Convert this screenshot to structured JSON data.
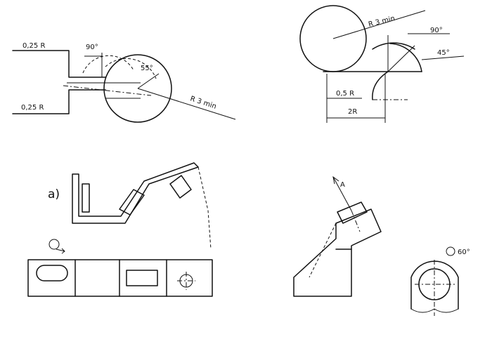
{
  "fig_top_left": {
    "label_upper": "0,25 R",
    "label_lower": "0,25 R",
    "angle_a": "90°",
    "angle_b": "55°",
    "radius": "R 3 min"
  },
  "fig_top_right": {
    "radius": "R 3 min",
    "angle_a": "90°",
    "angle_b": "45°",
    "label_r": "0,5 R",
    "dim": "2R"
  },
  "fig_bottom_left": {
    "part_label": "a)"
  },
  "fig_bottom_right": {
    "arrow_label": "A",
    "angle_label": "60°"
  }
}
